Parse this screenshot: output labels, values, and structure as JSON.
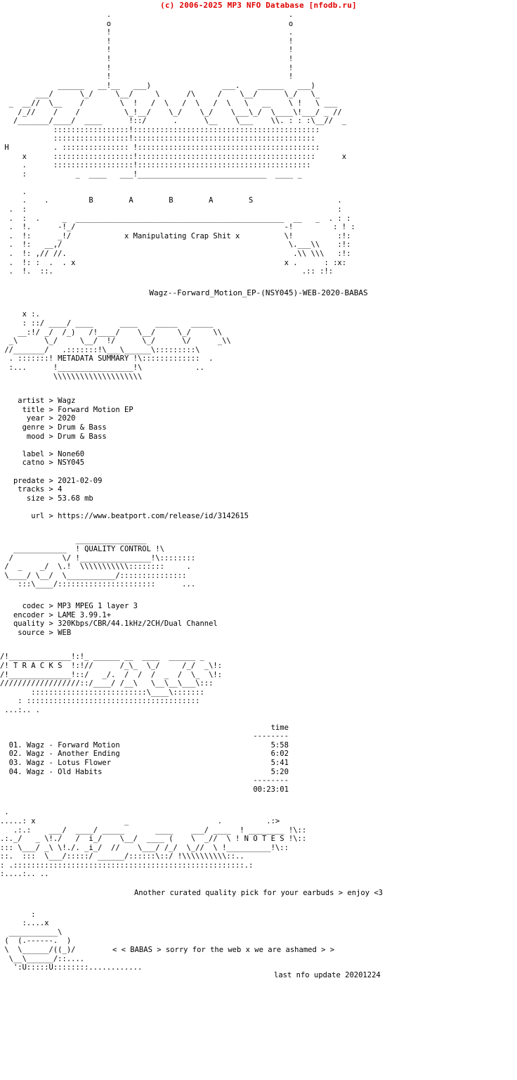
{
  "site_header": "(c) 2006-2025 MP3 NFO Database [nfodb.ru]",
  "accent_color": "#e00000",
  "text_color": "#000000",
  "background_color": "#ffffff",
  "group": {
    "name": "BABAS",
    "spaced_name": "B    A    B    A    S",
    "tagline": "x Manipulating Crap Shit x"
  },
  "release": {
    "dirname": "Wagz--Forward_Motion_EP-(NSY045)-WEB-2020-BABAS"
  },
  "sections": {
    "metadata_banner": "METADATA SUMMARY",
    "quality_banner": "QUALITY CONTROL",
    "tracks_banner": "T R A C K S",
    "notes_banner": "N O T E S"
  },
  "metadata": {
    "rows": [
      {
        "key": "artist",
        "sep": ">",
        "value": "Wagz"
      },
      {
        "key": "title",
        "sep": ">",
        "value": "Forward Motion EP"
      },
      {
        "key": "year",
        "sep": ">",
        "value": "2020"
      },
      {
        "key": "genre",
        "sep": ">",
        "value": "Drum & Bass"
      },
      {
        "key": "mood",
        "sep": ">",
        "value": "Drum & Bass"
      },
      {
        "key": "label",
        "sep": ">",
        "value": "None60"
      },
      {
        "key": "catno",
        "sep": ">",
        "value": "NSY045"
      },
      {
        "key": "predate",
        "sep": ">",
        "value": "2021-02-09"
      },
      {
        "key": "tracks",
        "sep": ">",
        "value": "4"
      },
      {
        "key": "size",
        "sep": ">",
        "value": "53.68 mb"
      },
      {
        "key": "url",
        "sep": ">",
        "value": "https://www.beatport.com/release/id/3142615"
      }
    ],
    "block": "    artist > Wagz\n     title > Forward Motion EP\n      year > 2020\n     genre > Drum & Bass\n      mood > Drum & Bass\n\n     label > None60\n     catno > NSY045\n\n   predate > 2021-02-09\n    tracks > 4\n      size > 53.68 mb\n\n       url > https://www.beatport.com/release/id/3142615"
  },
  "quality": {
    "rows": [
      {
        "key": "codec",
        "sep": ">",
        "value": "MP3 MPEG 1 layer 3"
      },
      {
        "key": "encoder",
        "sep": ">",
        "value": "LAME 3.99.1+"
      },
      {
        "key": "quality",
        "sep": ">",
        "value": "320Kbps/CBR/44.1kHz/2CH/Dual Channel"
      },
      {
        "key": "source",
        "sep": ">",
        "value": "WEB"
      }
    ],
    "block": "     codec > MP3 MPEG 1 layer 3\n   encoder > LAME 3.99.1+\n   quality > 320Kbps/CBR/44.1kHz/2CH/Dual Channel\n    source > WEB"
  },
  "tracklist": {
    "time_header": "time",
    "rule": "--------",
    "total": "00:23:01",
    "items": [
      {
        "num": "01.",
        "artist": "Wagz",
        "dash": "-",
        "title": "Forward Motion",
        "time": "5:58"
      },
      {
        "num": "02.",
        "artist": "Wagz",
        "dash": "-",
        "title": "Another Ending",
        "time": "6:02"
      },
      {
        "num": "03.",
        "artist": "Wagz",
        "dash": "-",
        "title": "Lotus Flower",
        "time": "5:41"
      },
      {
        "num": "04.",
        "artist": "Wagz",
        "dash": "-",
        "title": "Old Habits",
        "time": "5:20"
      }
    ],
    "block": "                                                             time\n                                                         --------\n  01. Wagz - Forward Motion                                  5:58\n  02. Wagz - Another Ending                                  6:02\n  03. Wagz - Lotus Flower                                    5:41\n  04. Wagz - Old Habits                                      5:20\n                                                         --------\n                                                         00:23:01"
  },
  "notes": {
    "message": "Another curated quality pick for your earbuds > enjoy <3",
    "greet": "< < BABAS > sorry for the web x we are ashamed > >",
    "last_update": "last nfo update 20201224"
  },
  "ascii": {
    "top_logo": "                        .                                        .\n                        o                                        o\n                        !                                        .\n                        !                                        !\n                        !                                        !\n                        !                                        !\n                        !                                        !\n                        !                                        !\n             ______   __!__   ___)                ___.    ______   ___)\n        ___/      \\_/     \\__/     \\      /\\     /    \\__/      \\_/   \\_\n  _  __//  \\__    /        \\  !   /  \\   /  \\   /  \\   \\   __    \\ !   \\ ___\n    /_//    /    /          \\_!__/    \\_/    \\_/    \\___\\_/  \\____\\!___/ _ //\n   /_______/____/  ____      !::/      .      \\__    \\___    \\\\. : : :\\__//  _\n            :::::::::::::::::!::::::::::::::::::::::::::::::::::::::::::\n            :::::::::::::::::!:::::::::::::::::::::::::::::::::::::::::\n H          . ::::::::::::::: !:::::::::::::::::::::::::::::::::::::::::\n     x      ::::::::::::::::::!::::::::::::::::::::::::::::::::::::::::      x\n     .      ::::::::::::::::::!:::::::::::::::::::::::::::::::::::::::\n     :           _  ____   ___!_____________________________  ____ _\n\n     .\n     .    .         B        A        B        A        S                   .\n  .  :                                                                      :\n  .  :  .     _  _______________________________________________  __   _  . : :\n  .  !.      -!_/                                               -!         : ! :\n  .  !:      _!/            x Manipulating Crap Shit x          \\!          :!:\n  .  !:   __,/                                                   \\.___\\\\    :!:\n  .  !: ,// //.                                                   .\\\\ \\\\\\   :!:\n  .  !: :  .  . x                                               x .      : :x:\n  .  !.  ::.                                                        .:: :!:",
    "metadata_art": "     x :.\n     : ::/ ____/ ____      ____    _____   _____\n    __:!/ _/  /_)   /!____/    \\__/     \\_/     \\\\\n  _\\      \\_/     \\__/  !/      \\_/      \\/      _\\\\\n //_______/   .:::::::!\\___\\______\\:::::::::\\\n  . :::::::! METADATA SUMMARY !\\:::::::::::::  .\n  :...      !_________________!\\            ..\n            \\\\\\\\\\\\\\\\\\\\\\\\\\\\\\\\\\\\\\\\",
    "quality_art": "                 ________________\n   ____________  ! QUALITY CONTROL !\\\n  /           \\/ !________________!\\::::::::\n /  _    _/  \\.!  \\\\\\\\\\\\\\\\\\\\\\::::::::     .\n \\____/ \\__/  \\___________/:::::::::::::::\n    :::\\____/::::::::::::::::::::::      ...",
    "tracks_art": "/!______________!:!_ ______ __  ____  ______ _\n/! T R A C K S  !:!//      /_\\_  \\_/     /_/  _\\!:\n/!______________!::/   _/.  /  /  /  _  /  \\_  \\!:\n//////////////////::/____/ /__\\   \\__\\__\\___\\:::\n       ::::::::::::::::::::::::::\\____\\:::::::\n    : :::::::::::::::::::::::::::::::::::::::\n ...:.. .",
    "notes_art": " .\n.....: x                    _                    .          .:>\n   .:.:    ___/  ____/ _____       ____    ___/ ____  ! ________ !\\::\n.:._/   _ \\!./   /  i_/    \\__/  ____ (    \\  _//  \\ ! N O T E S !\\::\n::: \\___/ _\\ \\!./. _i_/  //    \\___/ /_/  \\_//  \\ !__________!\\::\n::.  :::  \\___/:::::/ ______/::::::\\::/ !\\\\\\\\\\\\\\\\\\\\::..\n: .::::::::::::::::::::::::::::::::::::::::::::::::::::.:\n:....:.. ..",
    "bottom_art": "       :\n     :....x\n  ___________\\\n (  (.------.  )\n \\  \\______/((_)/\n  \\__\\______/::....\n   ':U:::::U::::::::............"
  }
}
